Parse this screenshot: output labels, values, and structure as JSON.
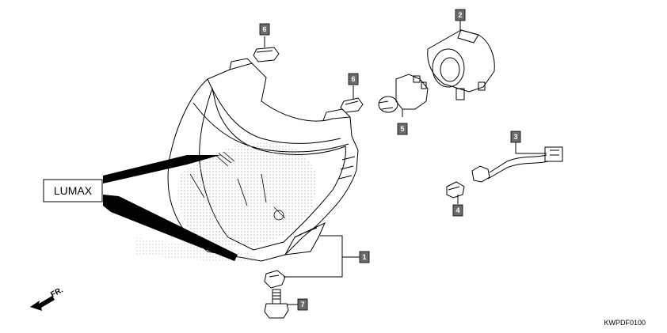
{
  "diagram": {
    "brand_callout": "LUMAX",
    "front_marker": "FR.",
    "drawing_code": "KWPDF0100",
    "part_labels": {
      "p1": "1",
      "p2": "2",
      "p3": "3",
      "p4": "4",
      "p5": "5",
      "p6a": "6",
      "p6b": "6",
      "p7": "7"
    }
  },
  "colors": {
    "line": "#000000",
    "label_box": "#6b6b6b",
    "label_text": "#ffffff",
    "shade": "#c8c8c8"
  }
}
